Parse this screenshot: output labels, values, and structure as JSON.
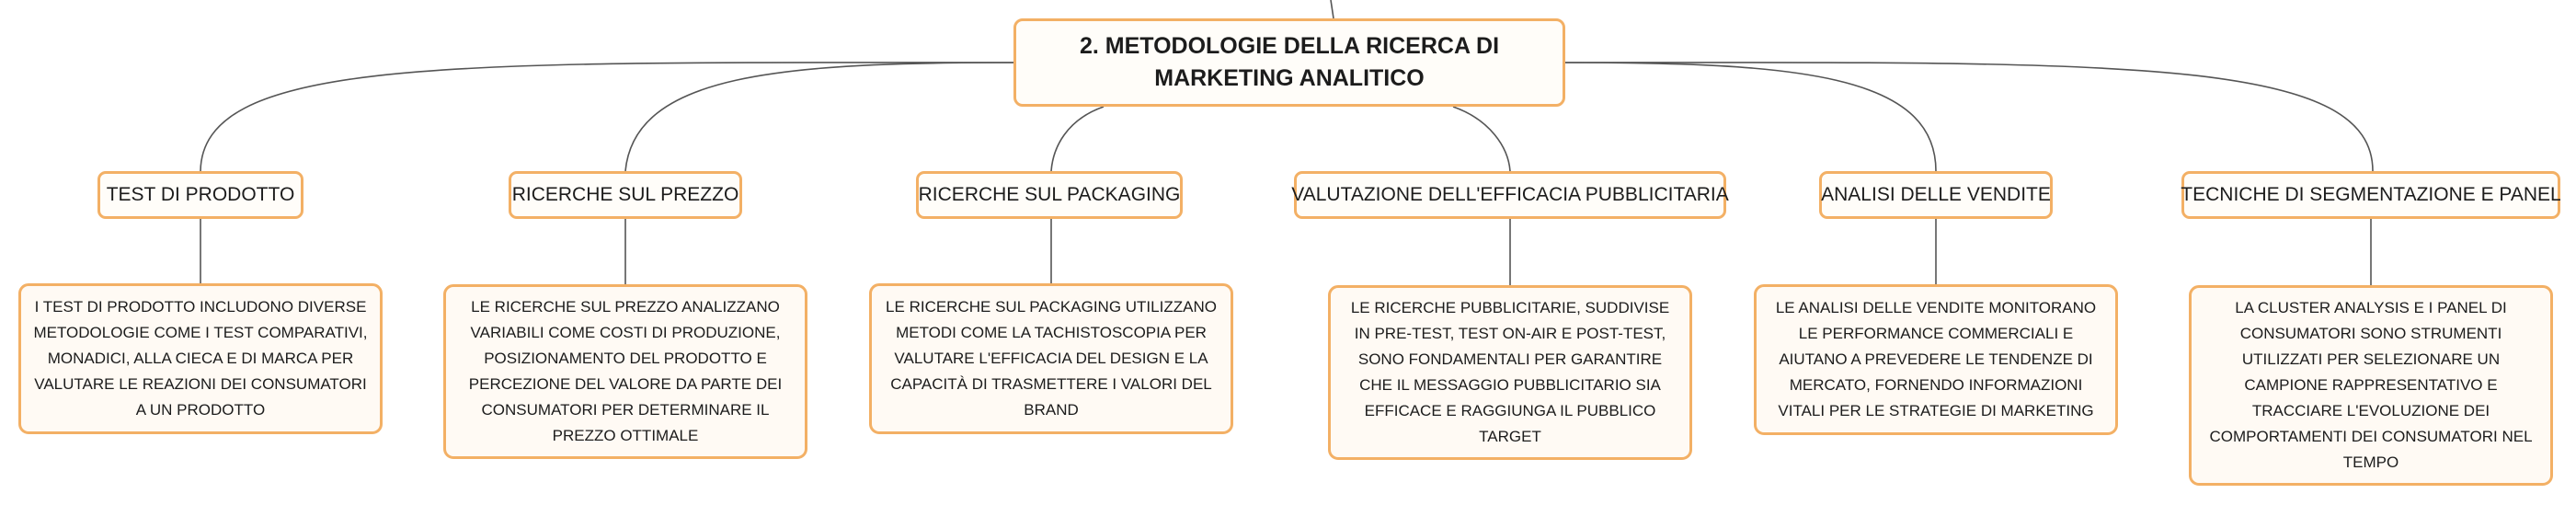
{
  "root": {
    "label": "2. METODOLOGIE DELLA RICERCA DI MARKETING ANALITICO"
  },
  "topics": [
    {
      "label": "TEST DI PRODOTTO",
      "description": "I TEST DI PRODOTTO INCLUDONO DIVERSE METODOLOGIE COME I TEST COMPARATIVI, MONADICI, ALLA CIECA E DI MARCA PER VALUTARE LE REAZIONI DEI CONSUMATORI A UN PRODOTTO"
    },
    {
      "label": "RICERCHE SUL PREZZO",
      "description": "LE RICERCHE SUL PREZZO ANALIZZANO VARIABILI COME COSTI DI PRODUZIONE, POSIZIONAMENTO DEL PRODOTTO E PERCEZIONE DEL VALORE DA PARTE DEI CONSUMATORI PER DETERMINARE IL PREZZO OTTIMALE"
    },
    {
      "label": "RICERCHE SUL PACKAGING",
      "description": "LE RICERCHE SUL PACKAGING UTILIZZANO METODI COME LA TACHISTOSCOPIA PER VALUTARE L'EFFICACIA DEL DESIGN E LA CAPACITÀ DI TRASMETTERE I VALORI DEL BRAND"
    },
    {
      "label": "VALUTAZIONE DELL'EFFICACIA PUBBLICITARIA",
      "description": "LE RICERCHE PUBBLICITARIE, SUDDIVISE IN PRE-TEST, TEST ON-AIR E POST-TEST, SONO FONDAMENTALI PER GARANTIRE CHE IL MESSAGGIO PUBBLICITARIO SIA EFFICACE E RAGGIUNGA IL PUBBLICO TARGET"
    },
    {
      "label": "ANALISI DELLE VENDITE",
      "description": "LE ANALISI DELLE VENDITE MONITORANO LE PERFORMANCE COMMERCIALI E AIUTANO A PREVEDERE LE TENDENZE DI MERCATO, FORNENDO INFORMAZIONI VITALI PER LE STRATEGIE DI MARKETING"
    },
    {
      "label": "TECNICHE DI SEGMENTAZIONE E PANEL",
      "description": "LA CLUSTER ANALYSIS E I PANEL DI CONSUMATORI SONO STRUMENTI UTILIZZATI PER SELEZIONARE UN CAMPIONE RAPPRESENTATIVO E TRACCIARE L'EVOLUZIONE DEI COMPORTAMENTI DEI CONSUMATORI NEL TEMPO"
    }
  ],
  "colors": {
    "border": "#f3b065",
    "line": "#555555",
    "node_fill": "#fffaf4"
  }
}
